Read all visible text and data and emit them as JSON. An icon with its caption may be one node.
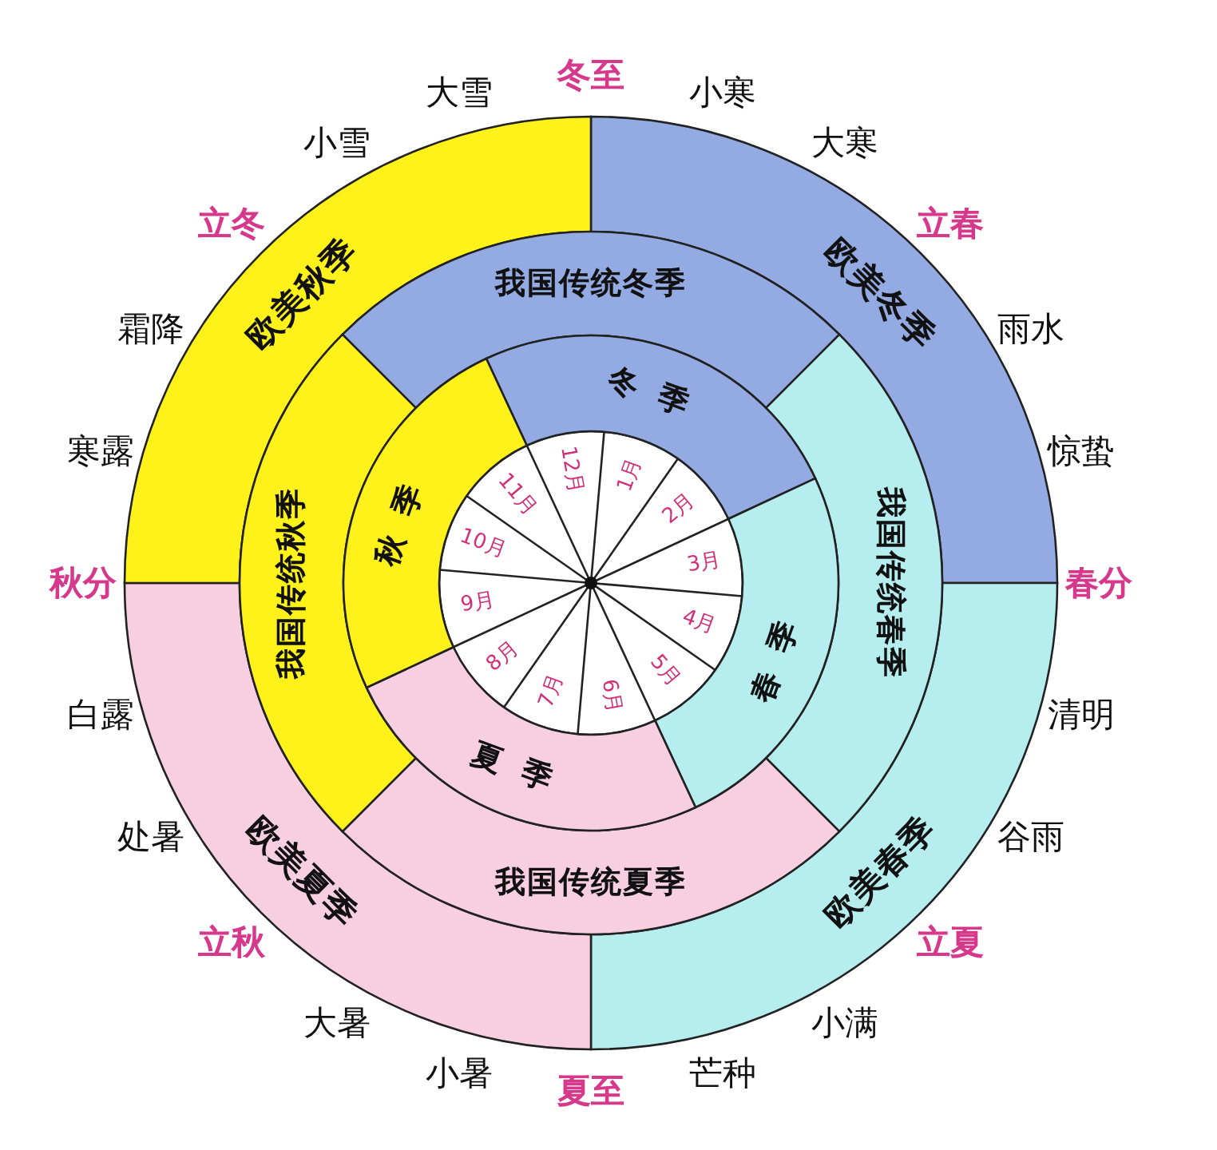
{
  "diagram": {
    "nodes": [
      {
        "text": [
          "欧美冬季"
        ]
      },
      {
        "text": [
          "欧美春季"
        ]
      },
      {
        "text": [
          "欧美夏季"
        ]
      },
      {
        "text": [
          "欧美秋季"
        ]
      },
      {
        "text": [
          "我国传统冬季"
        ]
      },
      {
        "text": [
          "我国传统春季"
        ]
      },
      {
        "text": [
          "我国传统夏季"
        ]
      },
      {
        "text": [
          "我国传统秋季"
        ]
      },
      {
        "text": [
          "冬季"
        ]
      },
      {
        "text": [
          "春季"
        ]
      },
      {
        "text": [
          "夏季"
        ]
      },
      {
        "text": [
          "秋季"
        ]
      },
      {
        "text": [
          "12月"
        ]
      },
      {
        "text": [
          "1月"
        ]
      },
      {
        "text": [
          "2月"
        ]
      },
      {
        "text": [
          "3月"
        ]
      },
      {
        "text": [
          "4月"
        ]
      },
      {
        "text": [
          "5月"
        ]
      },
      {
        "text": [
          "6月"
        ]
      },
      {
        "text": [
          "7月"
        ]
      },
      {
        "text": [
          "8月"
        ]
      },
      {
        "text": [
          "9月"
        ]
      },
      {
        "text": [
          "10月"
        ]
      },
      {
        "text": [
          "11月"
        ]
      }
    ],
    "labels": [
      "冬至",
      "小寒",
      "大寒",
      "立春",
      "雨水",
      "惊蛰",
      "春分",
      "清明",
      "谷雨",
      "立夏",
      "小满",
      "芒种",
      "夏至",
      "小暑",
      "大暑",
      "立秋",
      "处暑",
      "白露",
      "秋分",
      "寒露",
      "霜降",
      "立冬",
      "小雪",
      "大雪"
    ]
  }
}
